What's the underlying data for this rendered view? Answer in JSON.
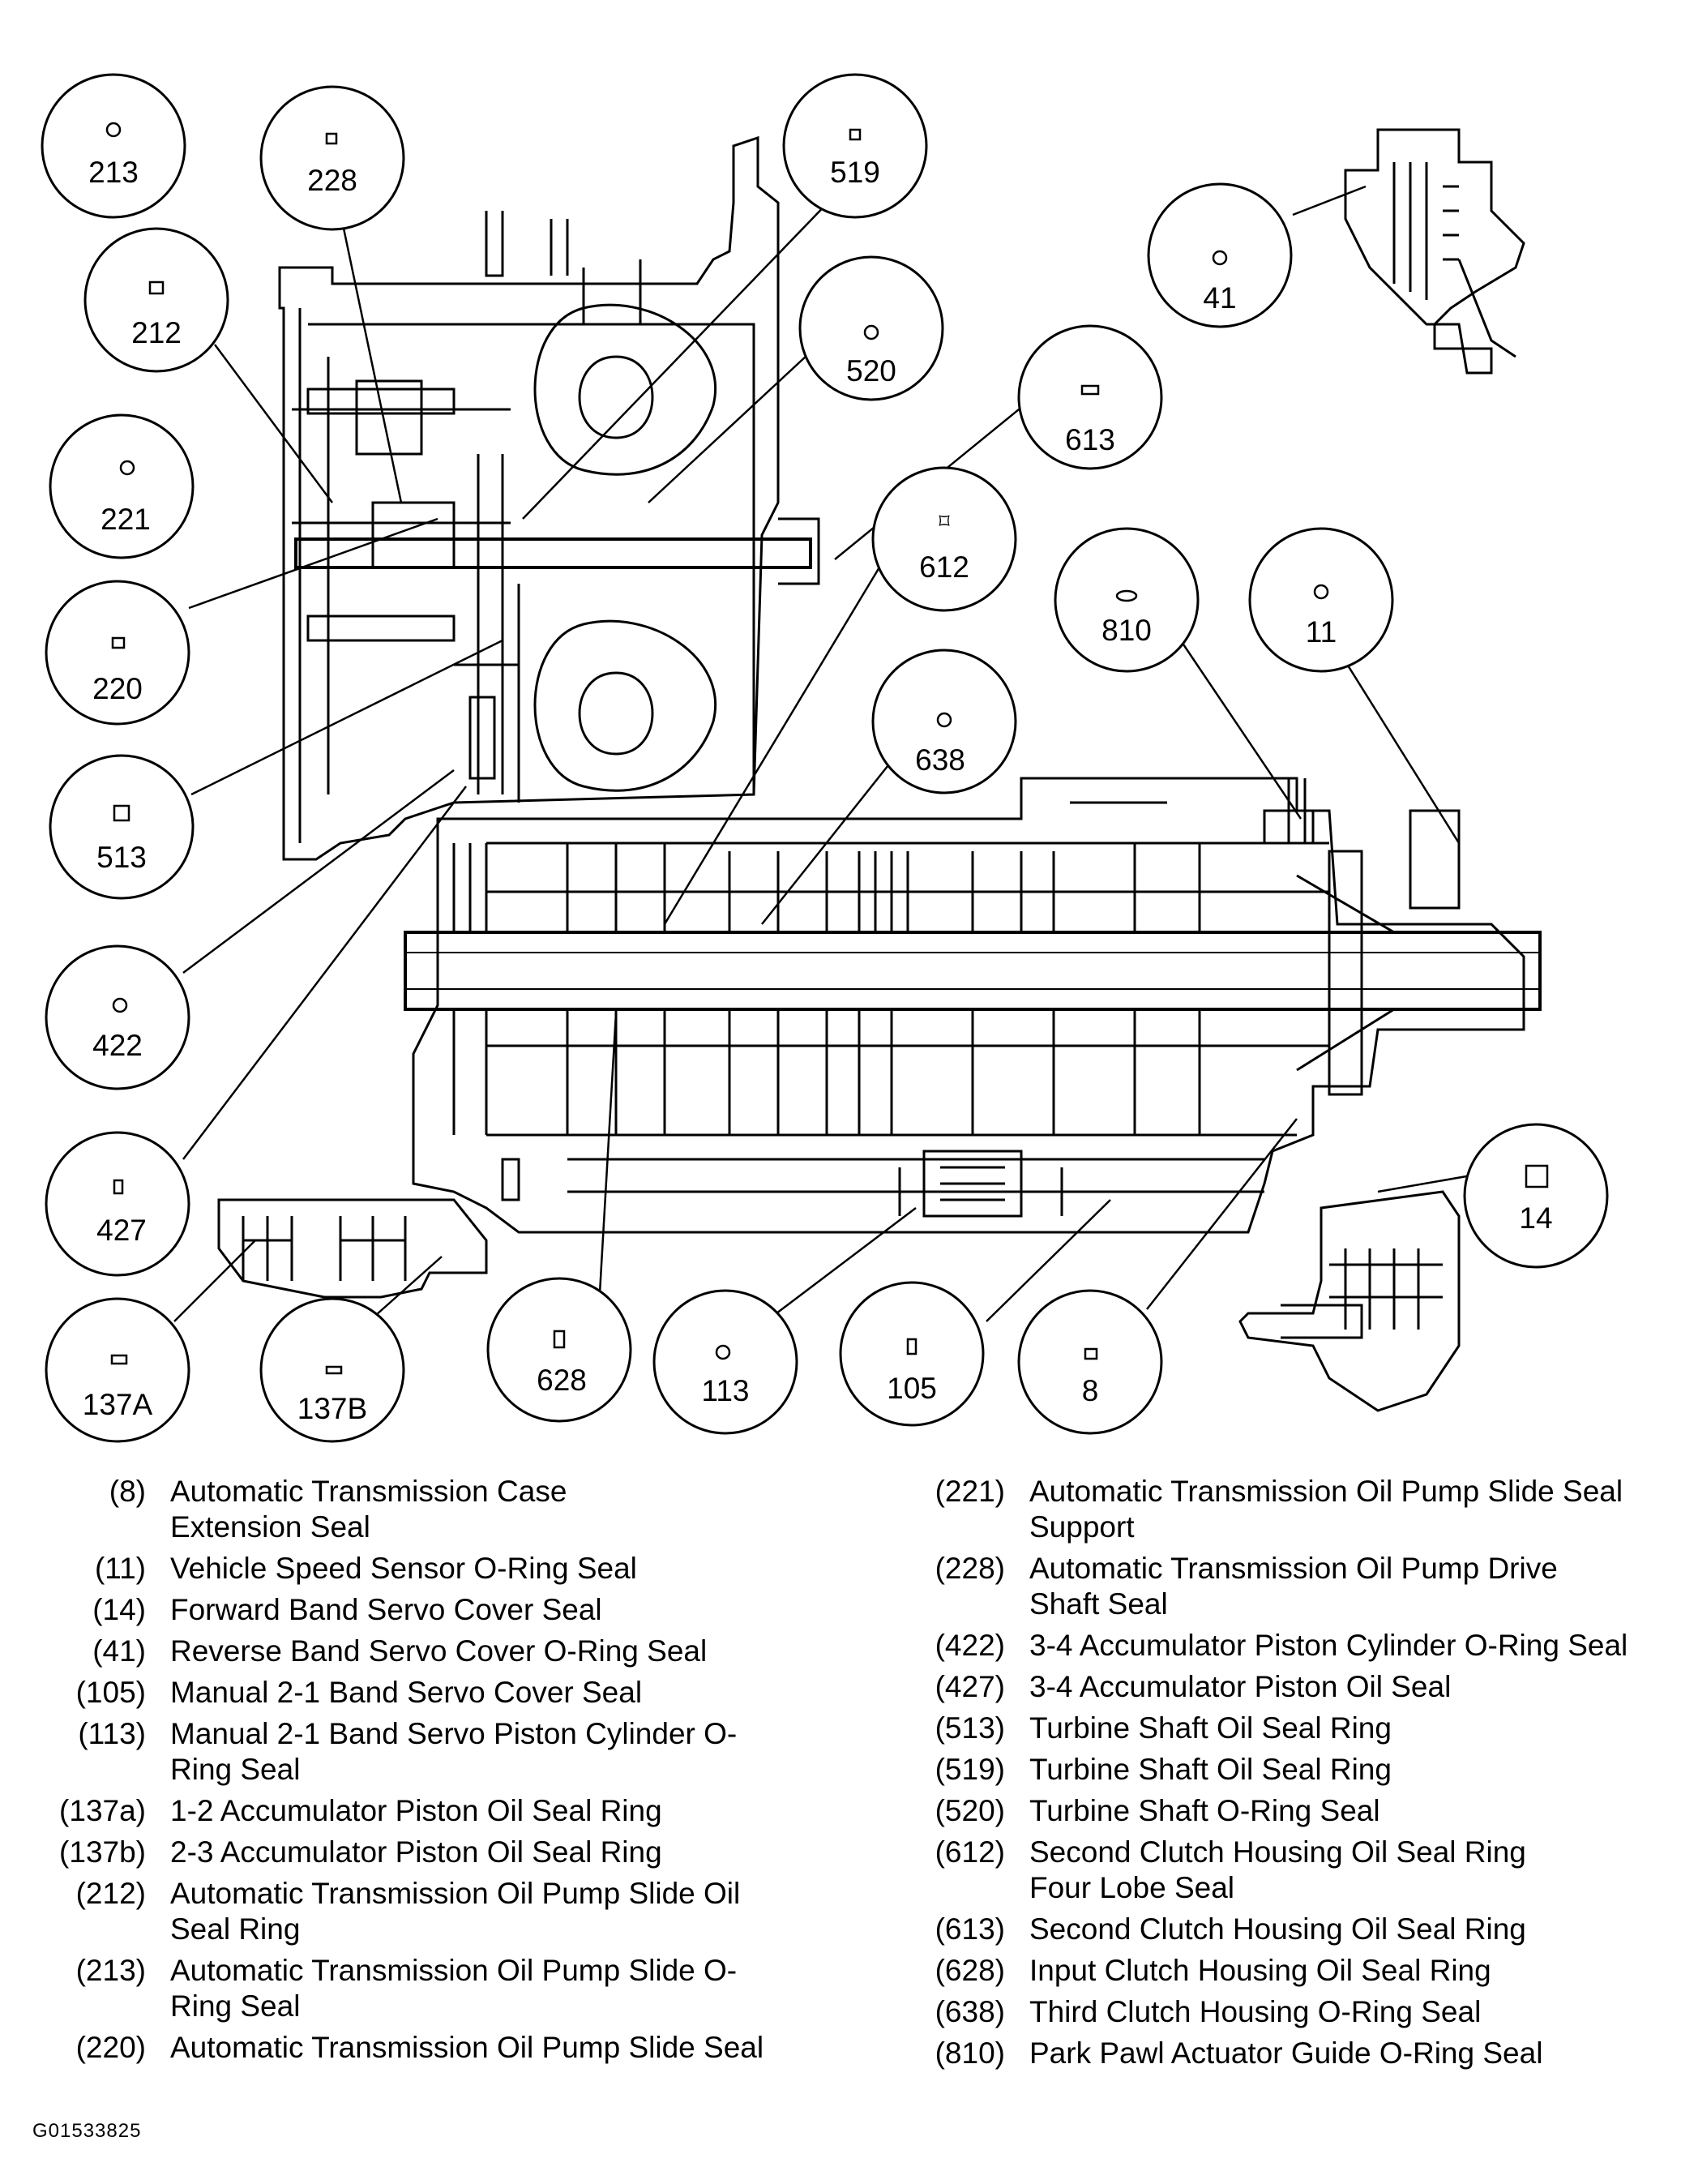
{
  "callouts": [
    {
      "id": "213",
      "label": "213",
      "marker": "circle"
    },
    {
      "id": "228",
      "label": "228",
      "marker": "square"
    },
    {
      "id": "519",
      "label": "519",
      "marker": "square"
    },
    {
      "id": "212",
      "label": "212",
      "marker": "square"
    },
    {
      "id": "520",
      "label": "520",
      "marker": "circle"
    },
    {
      "id": "41",
      "label": "41",
      "marker": "circle"
    },
    {
      "id": "613",
      "label": "613",
      "marker": "wide-rect"
    },
    {
      "id": "221",
      "label": "221",
      "marker": "circle"
    },
    {
      "id": "612",
      "label": "612",
      "marker": "four-lobe"
    },
    {
      "id": "810",
      "label": "810",
      "marker": "oval"
    },
    {
      "id": "11",
      "label": "11",
      "marker": "circle"
    },
    {
      "id": "220",
      "label": "220",
      "marker": "square"
    },
    {
      "id": "638",
      "label": "638",
      "marker": "circle"
    },
    {
      "id": "513",
      "label": "513",
      "marker": "square"
    },
    {
      "id": "422",
      "label": "422",
      "marker": "circle"
    },
    {
      "id": "427",
      "label": "427",
      "marker": "tall-rect"
    },
    {
      "id": "14",
      "label": "14",
      "marker": "square"
    },
    {
      "id": "137A",
      "label": "137A",
      "marker": "wide-rect"
    },
    {
      "id": "137B",
      "label": "137B",
      "marker": "wide-rect"
    },
    {
      "id": "628",
      "label": "628",
      "marker": "tall-rect"
    },
    {
      "id": "113",
      "label": "113",
      "marker": "circle"
    },
    {
      "id": "105",
      "label": "105",
      "marker": "tall-rect"
    },
    {
      "id": "8",
      "label": "8",
      "marker": "square"
    }
  ],
  "legend": {
    "left": [
      {
        "num": "(8)",
        "desc": "Automatic Transmission Case Extension Seal"
      },
      {
        "num": "(11)",
        "desc": "Vehicle Speed Sensor O-Ring Seal"
      },
      {
        "num": "(14)",
        "desc": "Forward Band Servo Cover Seal"
      },
      {
        "num": "(41)",
        "desc": "Reverse Band Servo Cover O-Ring Seal"
      },
      {
        "num": "(105)",
        "desc": "Manual 2-1 Band Servo Cover Seal"
      },
      {
        "num": "(113)",
        "desc": "Manual 2-1 Band Servo Piston Cylinder O-Ring Seal"
      },
      {
        "num": "(137a)",
        "desc": "1-2 Accumulator Piston Oil Seal Ring"
      },
      {
        "num": "(137b)",
        "desc": "2-3 Accumulator Piston Oil Seal Ring"
      },
      {
        "num": "(212)",
        "desc": "Automatic Transmission Oil Pump Slide Oil Seal Ring"
      },
      {
        "num": "(213)",
        "desc": "Automatic Transmission Oil Pump Slide O-Ring Seal"
      },
      {
        "num": "(220)",
        "desc": "Automatic Transmission Oil Pump Slide Seal"
      }
    ],
    "right": [
      {
        "num": "(221)",
        "desc": "Automatic Transmission Oil Pump Slide Seal Support"
      },
      {
        "num": "(228)",
        "desc": "Automatic Transmission Oil Pump Drive Shaft Seal"
      },
      {
        "num": "(422)",
        "desc": "3-4 Accumulator Piston Cylinder O-Ring Seal"
      },
      {
        "num": "(427)",
        "desc": "3-4 Accumulator Piston Oil Seal"
      },
      {
        "num": "(513)",
        "desc": "Turbine Shaft Oil Seal Ring"
      },
      {
        "num": "(519)",
        "desc": "Turbine Shaft Oil Seal Ring"
      },
      {
        "num": "(520)",
        "desc": "Turbine Shaft O-Ring Seal"
      },
      {
        "num": "(612)",
        "desc": "Second Clutch Housing Oil Seal Ring Four Lobe Seal"
      },
      {
        "num": "(613)",
        "desc": "Second Clutch Housing Oil Seal Ring"
      },
      {
        "num": "(628)",
        "desc": "Input Clutch Housing Oil Seal Ring"
      },
      {
        "num": "(638)",
        "desc": "Third Clutch Housing O-Ring Seal"
      },
      {
        "num": "(810)",
        "desc": "Park Pawl Actuator Guide O-Ring Seal"
      }
    ]
  },
  "figure_code": "G01533825"
}
